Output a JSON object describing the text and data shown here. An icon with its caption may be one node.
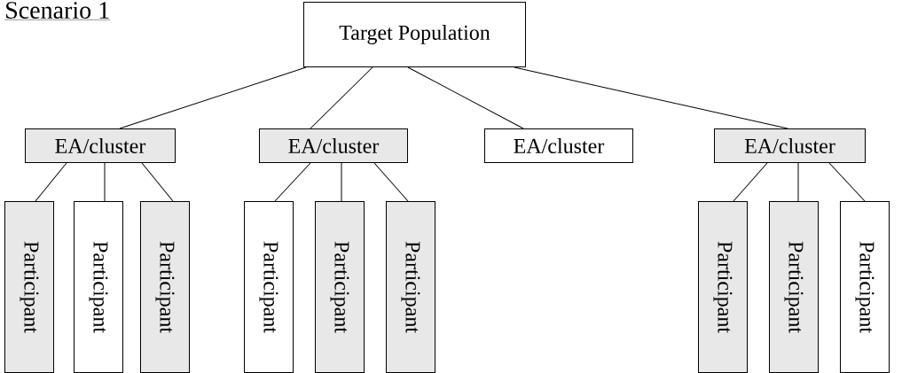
{
  "diagram": {
    "title": "Scenario 1",
    "nodes": [
      {
        "text": [
          "Target Population"
        ]
      },
      {
        "text": [
          "EA/cluster"
        ]
      },
      {
        "text": [
          "EA/cluster"
        ]
      },
      {
        "text": [
          "EA/cluster"
        ]
      },
      {
        "text": [
          "EA/cluster"
        ]
      },
      {
        "text": [
          "Participant"
        ]
      },
      {
        "text": [
          "Participant"
        ]
      },
      {
        "text": [
          "Participant"
        ]
      },
      {
        "text": [
          "Participant"
        ]
      },
      {
        "text": [
          "Participant"
        ]
      },
      {
        "text": [
          "Participant"
        ]
      },
      {
        "text": [
          "Participant"
        ]
      },
      {
        "text": [
          "Participant"
        ]
      },
      {
        "text": [
          "Participant"
        ]
      }
    ],
    "edges": [
      {
        "from": 0,
        "to": 1,
        "arrow": "none"
      },
      {
        "from": 0,
        "to": 2,
        "arrow": "none"
      },
      {
        "from": 0,
        "to": 3,
        "arrow": "none"
      },
      {
        "from": 0,
        "to": 4,
        "arrow": "none"
      },
      {
        "from": 1,
        "to": 5,
        "arrow": "none"
      },
      {
        "from": 1,
        "to": 6,
        "arrow": "none"
      },
      {
        "from": 1,
        "to": 7,
        "arrow": "none"
      },
      {
        "from": 2,
        "to": 8,
        "arrow": "none"
      },
      {
        "from": 2,
        "to": 9,
        "arrow": "none"
      },
      {
        "from": 2,
        "to": 10,
        "arrow": "none"
      },
      {
        "from": 4,
        "to": 11,
        "arrow": "none"
      },
      {
        "from": 4,
        "to": 12,
        "arrow": "none"
      },
      {
        "from": 4,
        "to": 13,
        "arrow": "none"
      }
    ]
  }
}
